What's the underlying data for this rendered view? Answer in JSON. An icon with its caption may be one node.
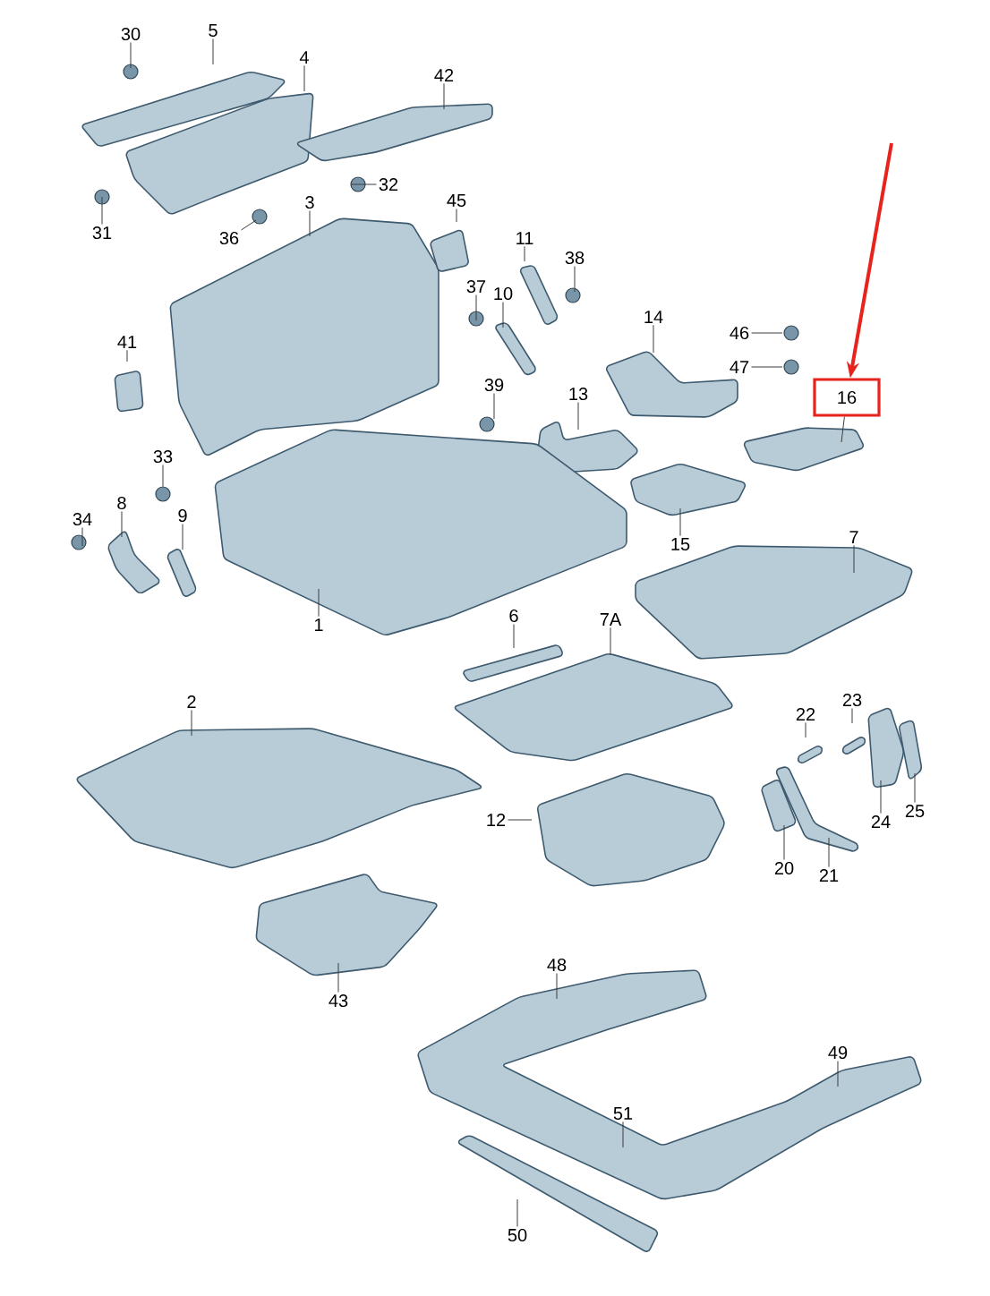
{
  "diagram": {
    "nodes": [
      {
        "text": [
          "30"
        ]
      },
      {
        "text": [
          "5"
        ]
      },
      {
        "text": [
          "4"
        ]
      },
      {
        "text": [
          "42"
        ]
      },
      {
        "text": [
          "32"
        ]
      },
      {
        "text": [
          "31"
        ]
      },
      {
        "text": [
          "36"
        ]
      },
      {
        "text": [
          "3"
        ]
      },
      {
        "text": [
          "45"
        ]
      },
      {
        "text": [
          "11"
        ]
      },
      {
        "text": [
          "38"
        ]
      },
      {
        "text": [
          "37"
        ]
      },
      {
        "text": [
          "10"
        ]
      },
      {
        "text": [
          "41"
        ]
      },
      {
        "text": [
          "14"
        ]
      },
      {
        "text": [
          "46"
        ]
      },
      {
        "text": [
          "47"
        ]
      },
      {
        "text": [
          "16"
        ]
      },
      {
        "text": [
          "39"
        ]
      },
      {
        "text": [
          "13"
        ]
      },
      {
        "text": [
          "33"
        ]
      },
      {
        "text": [
          "34"
        ]
      },
      {
        "text": [
          "8"
        ]
      },
      {
        "text": [
          "9"
        ]
      },
      {
        "text": [
          "1"
        ]
      },
      {
        "text": [
          "15"
        ]
      },
      {
        "text": [
          "7"
        ]
      },
      {
        "text": [
          "6"
        ]
      },
      {
        "text": [
          "7A"
        ]
      },
      {
        "text": [
          "2"
        ]
      },
      {
        "text": [
          "22"
        ]
      },
      {
        "text": [
          "23"
        ]
      },
      {
        "text": [
          "12"
        ]
      },
      {
        "text": [
          "24"
        ]
      },
      {
        "text": [
          "25"
        ]
      },
      {
        "text": [
          "20"
        ]
      },
      {
        "text": [
          "21"
        ]
      },
      {
        "text": [
          "43"
        ]
      },
      {
        "text": [
          "48"
        ]
      },
      {
        "text": [
          "49"
        ]
      },
      {
        "text": [
          "51"
        ]
      },
      {
        "text": [
          "50"
        ]
      },
      {
        "text": [],
        "shape": "circle"
      }
    ],
    "edges": [
      {
        "from": 0,
        "to": null,
        "arrow": "none"
      },
      {
        "from": 1,
        "to": null,
        "arrow": "none"
      },
      {
        "from": 2,
        "to": null,
        "arrow": "none"
      },
      {
        "from": 3,
        "to": null,
        "arrow": "none"
      },
      {
        "from": 4,
        "to": null,
        "arrow": "none"
      },
      {
        "from": 5,
        "to": null,
        "arrow": "none"
      },
      {
        "from": 6,
        "to": null,
        "arrow": "none"
      },
      {
        "from": 7,
        "to": null,
        "arrow": "none"
      },
      {
        "from": 8,
        "to": null,
        "arrow": "none"
      },
      {
        "from": 9,
        "to": null,
        "arrow": "none"
      },
      {
        "from": 10,
        "to": null,
        "arrow": "none"
      },
      {
        "from": 11,
        "to": null,
        "arrow": "none"
      },
      {
        "from": 12,
        "to": null,
        "arrow": "none"
      },
      {
        "from": 13,
        "to": null,
        "arrow": "none"
      },
      {
        "from": 14,
        "to": null,
        "arrow": "none"
      },
      {
        "from": 15,
        "to": null,
        "arrow": "none"
      },
      {
        "from": 16,
        "to": null,
        "arrow": "none"
      },
      {
        "from": 17,
        "to": null,
        "arrow": "none"
      },
      {
        "from": 18,
        "to": null,
        "arrow": "none"
      },
      {
        "from": 19,
        "to": null,
        "arrow": "none"
      },
      {
        "from": 20,
        "to": 42,
        "arrow": "none"
      },
      {
        "from": 21,
        "to": null,
        "arrow": "none"
      },
      {
        "from": 22,
        "to": null,
        "arrow": "none"
      },
      {
        "from": 23,
        "to": null,
        "arrow": "none"
      },
      {
        "from": 24,
        "to": null,
        "arrow": "none"
      },
      {
        "from": 25,
        "to": null,
        "arrow": "none"
      },
      {
        "from": 26,
        "to": null,
        "arrow": "none"
      },
      {
        "from": 27,
        "to": null,
        "arrow": "none"
      },
      {
        "from": 28,
        "to": null,
        "arrow": "none"
      },
      {
        "from": 29,
        "to": null,
        "arrow": "none"
      },
      {
        "from": 30,
        "to": null,
        "arrow": "none"
      },
      {
        "from": 31,
        "to": null,
        "arrow": "none"
      },
      {
        "from": 32,
        "to": null,
        "arrow": "none"
      },
      {
        "from": 33,
        "to": null,
        "arrow": "none"
      },
      {
        "from": 34,
        "to": null,
        "arrow": "none"
      },
      {
        "from": 35,
        "to": null,
        "arrow": "none"
      },
      {
        "from": 36,
        "to": null,
        "arrow": "none"
      },
      {
        "from": 37,
        "to": null,
        "arrow": "none"
      },
      {
        "from": 38,
        "to": null,
        "arrow": "none"
      },
      {
        "from": 39,
        "to": null,
        "arrow": "none"
      },
      {
        "from": 40,
        "to": null,
        "arrow": "none"
      },
      {
        "from": 41,
        "to": null,
        "arrow": "none"
      },
      {
        "from": null,
        "to": 17,
        "arrow": "to",
        "style": "thick",
        "color": "#e8231c"
      }
    ]
  }
}
